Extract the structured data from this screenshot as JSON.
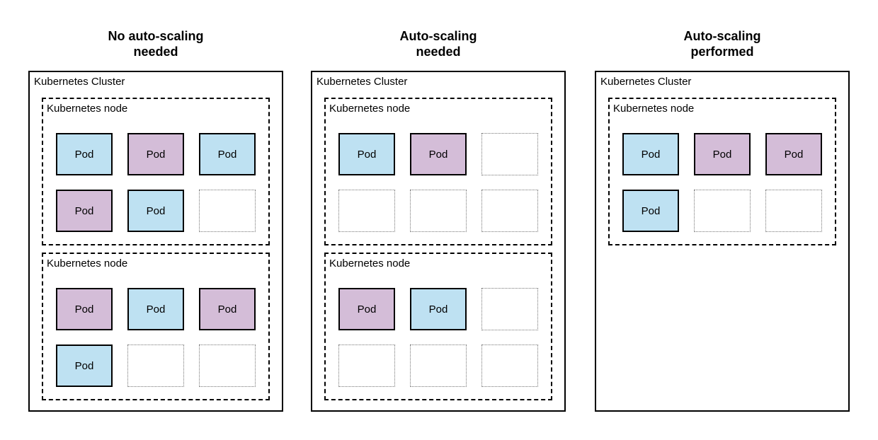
{
  "pod_label": "Pod",
  "colors": {
    "pod_blue": "#bee1f2",
    "pod_purple": "#d4bdd8",
    "pod_border": "#000000",
    "empty_border": "#757575"
  },
  "panels": [
    {
      "title": "No auto-scaling\nneeded",
      "cluster_label": "Kubernetes Cluster",
      "nodes": [
        {
          "label": "Kubernetes node",
          "slots": [
            "blue",
            "purple",
            "blue",
            "purple",
            "blue",
            "empty"
          ]
        },
        {
          "label": "Kubernetes node",
          "slots": [
            "purple",
            "blue",
            "purple",
            "blue",
            "empty",
            "empty"
          ]
        }
      ]
    },
    {
      "title": "Auto-scaling\nneeded",
      "cluster_label": "Kubernetes Cluster",
      "nodes": [
        {
          "label": "Kubernetes node",
          "slots": [
            "blue",
            "purple",
            "empty",
            "empty",
            "empty",
            "empty"
          ]
        },
        {
          "label": "Kubernetes node",
          "slots": [
            "purple",
            "blue",
            "empty",
            "empty",
            "empty",
            "empty"
          ]
        }
      ]
    },
    {
      "title": "Auto-scaling\nperformed",
      "cluster_label": "Kubernetes Cluster",
      "nodes": [
        {
          "label": "Kubernetes node",
          "slots": [
            "blue",
            "purple",
            "purple",
            "blue",
            "empty",
            "empty"
          ]
        }
      ]
    }
  ]
}
